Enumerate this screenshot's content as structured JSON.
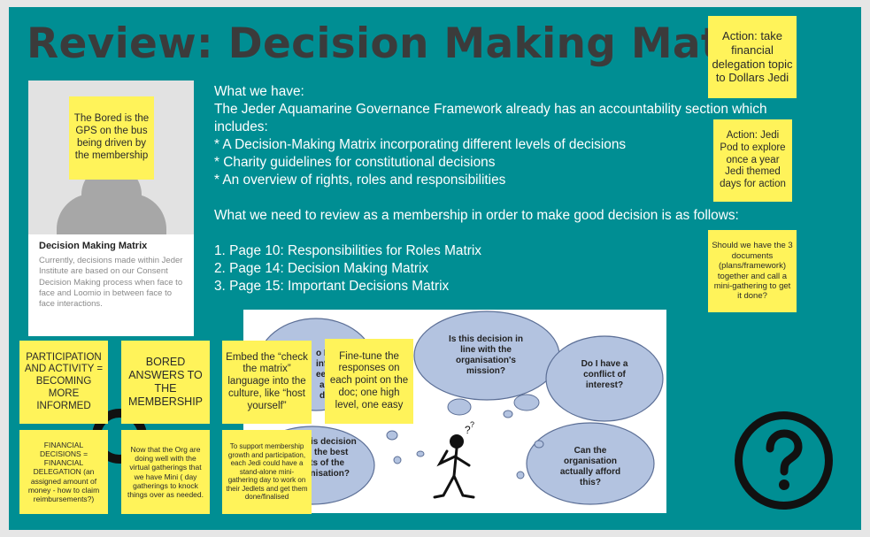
{
  "page": {
    "title": "Review: Decision Making Matrix"
  },
  "card": {
    "sticky": "The Bored is the GPS on the bus being driven by the membership",
    "title": "Decision Making Matrix",
    "text": "Currently, decisions made within Jeder Institute are based on our Consent Decision Making process when face to face and Loomio in between face to face interactions."
  },
  "main_text": {
    "l1": "What we have:",
    "l2": "The Jeder Aquamarine Governance Framework already has an accountability section which",
    "l3": "includes:",
    "l4": "* A Decision-Making Matrix incorporating different levels of decisions",
    "l5": "* Charity guidelines for constitutional decisions",
    "l6": "* An overview of rights, roles and responsibilities",
    "l7": "What we need to review as a membership in order to make good decision is as follows:",
    "l8": "1. Page 10: Responsibilities for Roles Matrix",
    "l9": "2. Page 14: Decision Making Matrix",
    "l10": "3. Page 15: Important Decisions Matrix"
  },
  "right_notes": {
    "n1": "Action: take financial delegation topic to Dollars Jedi",
    "n2": "Action: Jedi Pod to explore once a year Jedi themed days for action",
    "n3": "Should we have the 3 documents (plans/framework) together and call a mini-gathering to get it done?"
  },
  "bottom_notes": {
    "b1": "PARTICIPATION AND ACTIVITY = BECOMING MORE INFORMED",
    "b2": "BORED ANSWERS TO THE MEMBERSHIP",
    "b3": "Embed the “check the matrix” language into the culture, like “host yourself”",
    "b4": "Fine-tune the responses on each point on the doc; one high level, one easy",
    "b5": "FINANCIAL DECISIONS = FINANCIAL DELEGATION (an assigned amount of money - how to claim reimbursements?)",
    "b6": "Now that the Org are doing well with the virtual gatherings that we have Mini (  day gatherings to knock things over as needed.",
    "b7": "To support membership growth and participation, each Jedi could have a stand-alone mini-gathering day to work on their Jedlets and get them done/finalised"
  },
  "cloud": {
    "q1": "Is this decision in line with the organisation's mission?",
    "q2": "Do I have a conflict of interest?",
    "q3": "Can the organisation actually afford this?",
    "p1a": "o I",
    "p1b": "inf",
    "p1c": "eed",
    "p1d": "an",
    "p1e": "de",
    "p2a": "is decision",
    "p2b": "the best",
    "p2c": "ests of the",
    "p2d": "anisation?"
  },
  "icons": {
    "help": "question-circle-icon"
  },
  "colors": {
    "background": "#008e93",
    "sticky": "#fff35a",
    "bubble": "#b3c3e0"
  }
}
